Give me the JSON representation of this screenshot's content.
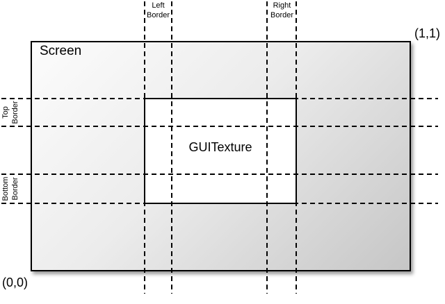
{
  "screen": {
    "label": "Screen"
  },
  "guitexture": {
    "label": "GUITexture"
  },
  "coords": {
    "top_right": "(1,1)",
    "bottom_left": "(0,0)"
  },
  "border_labels": {
    "left": "Left\nBorder",
    "right": "Right\nBorder",
    "top": "Top\nBorder",
    "bottom": "Bottom\nBorder"
  },
  "colors": {
    "line": "#000000",
    "text": "#000000",
    "screen_gradient_start": "#fcfcfc",
    "screen_gradient_end": "#c6c6c6",
    "guitexture_fill": "#ffffff",
    "page_background": "#ffffff"
  }
}
